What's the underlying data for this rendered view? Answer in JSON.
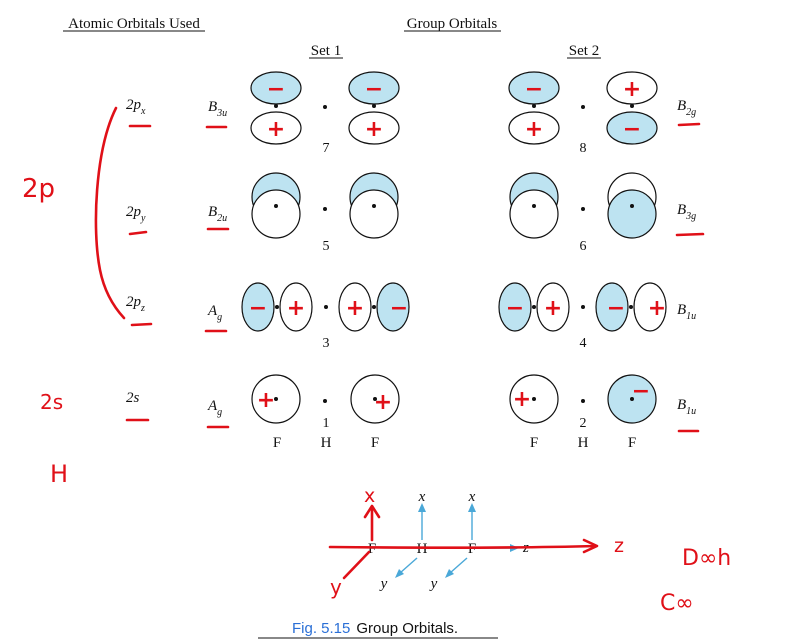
{
  "headers": {
    "atomic_orbitals_used": "Atomic Orbitals Used",
    "group_orbitals": "Group Orbitals",
    "set1": "Set 1",
    "set2": "Set 2"
  },
  "rows": [
    {
      "ao": "2p",
      "ao_sub": "x",
      "sym1": "B",
      "sym1_sub": "3u",
      "num1": "7",
      "sym2": "B",
      "sym2_sub": "2g",
      "num2": "8"
    },
    {
      "ao": "2p",
      "ao_sub": "y",
      "sym1": "B",
      "sym1_sub": "2u",
      "num1": "5",
      "sym2": "B",
      "sym2_sub": "3g",
      "num2": "6"
    },
    {
      "ao": "2p",
      "ao_sub": "z",
      "sym1": "A",
      "sym1_sub": "g",
      "num1": "3",
      "sym2": "B",
      "sym2_sub": "1u",
      "num2": "4"
    },
    {
      "ao": "2s",
      "ao_sub": "",
      "sym1": "A",
      "sym1_sub": "g",
      "num1": "1",
      "sym2": "B",
      "sym2_sub": "1u",
      "num2": "2"
    }
  ],
  "atoms": [
    "F",
    "H",
    "F"
  ],
  "axes": {
    "x": "x",
    "y": "y",
    "z": "z",
    "atom_f": "F",
    "atom_h": "H"
  },
  "caption": {
    "fig": "Fig. 5.15",
    "title": "Group Orbitals."
  },
  "handwriting": {
    "plus": "+",
    "minus": "−",
    "label_2p": "2p",
    "label_2s": "2s",
    "label_H": "H",
    "axis_x": "x",
    "axis_y": "y",
    "axis_z": "z",
    "pg1": "D∞h",
    "pg2": "C∞"
  },
  "colors": {
    "lobe_fill": "#bde3f1",
    "ink": "#e01018",
    "axis": "#4aa8d8",
    "caption": "#2a6fd6"
  }
}
